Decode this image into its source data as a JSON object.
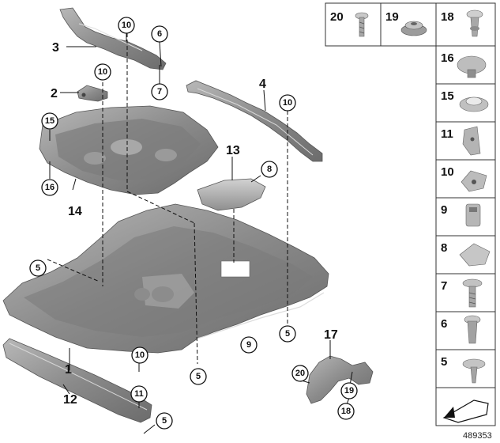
{
  "labels": {
    "l1": "1",
    "l2": "2",
    "l3": "3",
    "l4": "4",
    "l12": "12",
    "l13": "13",
    "l14": "14",
    "l17": "17"
  },
  "callouts": {
    "c10_top": "10",
    "c6": "6",
    "c7": "7",
    "c10_mid": "10",
    "c10_right": "10",
    "c8": "8",
    "c15": "15",
    "c16": "16",
    "c5_left": "5",
    "c5_right": "5",
    "c9": "9",
    "c10_bottom": "10",
    "c5_mid": "5",
    "c11": "11",
    "c5_bottom": "5",
    "c20": "20",
    "c19": "19",
    "c18": "18"
  },
  "parts_table": {
    "top_row": [
      "20",
      "19",
      "18"
    ],
    "column": [
      "16",
      "15",
      "11",
      "10",
      "9",
      "8",
      "7",
      "6",
      "5"
    ]
  },
  "doc_number": "489353",
  "colors": {
    "part_fill": "#8e8e8e",
    "part_dark": "#6a6a6a",
    "part_light": "#b9b9b9",
    "line": "#111111"
  }
}
